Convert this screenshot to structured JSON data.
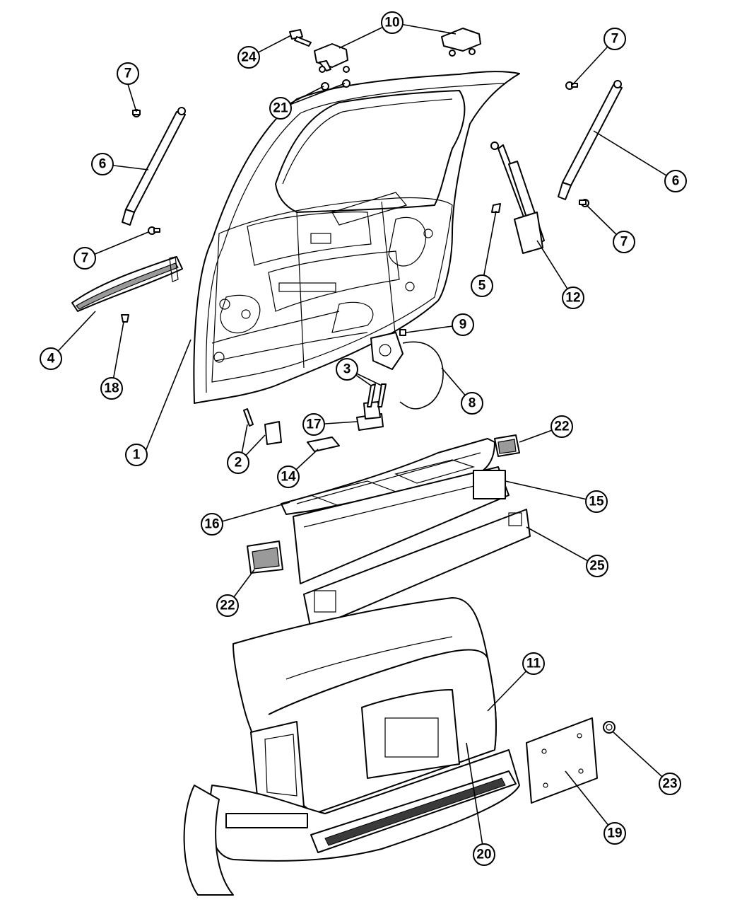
{
  "callouts": [
    {
      "id": "c1",
      "label": "1"
    },
    {
      "id": "c2",
      "label": "2"
    },
    {
      "id": "c3",
      "label": "3"
    },
    {
      "id": "c4",
      "label": "4"
    },
    {
      "id": "c5",
      "label": "5"
    },
    {
      "id": "c6a",
      "label": "6"
    },
    {
      "id": "c6b",
      "label": "6"
    },
    {
      "id": "c7a",
      "label": "7"
    },
    {
      "id": "c7b",
      "label": "7"
    },
    {
      "id": "c7c",
      "label": "7"
    },
    {
      "id": "c7d",
      "label": "7"
    },
    {
      "id": "c8",
      "label": "8"
    },
    {
      "id": "c9",
      "label": "9"
    },
    {
      "id": "c10",
      "label": "10"
    },
    {
      "id": "c11",
      "label": "11"
    },
    {
      "id": "c12",
      "label": "12"
    },
    {
      "id": "c14",
      "label": "14"
    },
    {
      "id": "c15",
      "label": "15"
    },
    {
      "id": "c16",
      "label": "16"
    },
    {
      "id": "c17",
      "label": "17"
    },
    {
      "id": "c18",
      "label": "18"
    },
    {
      "id": "c19",
      "label": "19"
    },
    {
      "id": "c20",
      "label": "20"
    },
    {
      "id": "c21",
      "label": "21"
    },
    {
      "id": "c22a",
      "label": "22"
    },
    {
      "id": "c22b",
      "label": "22"
    },
    {
      "id": "c23",
      "label": "23"
    },
    {
      "id": "c24",
      "label": "24"
    },
    {
      "id": "c25",
      "label": "25"
    }
  ]
}
